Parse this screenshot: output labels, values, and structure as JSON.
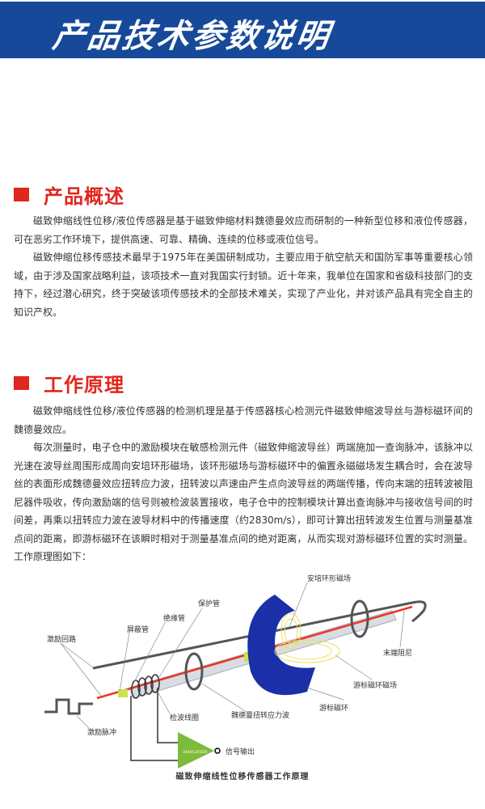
{
  "banner": {
    "title": "产品技术参数说明"
  },
  "overview": {
    "heading": "产品概述",
    "paragraphs": [
      "磁致伸缩线性位移/液位传感器是基于磁致伸缩材料魏德曼效应而研制的一种新型位移和液位传感器，可在恶劣工作环境下，提供高速、可靠、精确、连续的位移或液位信号。",
      "磁致伸缩位移传感技术最早于1975年在美国研制成功，主要应用于航空航天和国防军事等重要核心领域，由于涉及国家战略利益，该项技术一直对我国实行封锁。近十年来，我单位在国家和省级科技部门的支持下，经过潜心研究，终于突破该项传感技术的全部技术难关，实现了产业化，并对该产品具有完全自主的知识产权。"
    ]
  },
  "principle": {
    "heading": "工作原理",
    "paragraphs": [
      "磁致伸缩线性位移/液位传感器的检测机理是基于传感器核心检测元件磁致伸缩波导丝与游标磁环间的魏德曼效应。",
      "每次测量时，电子仓中的激励模块在敏感检测元件（磁致伸缩波导丝）两端施加一查询脉冲，该脉冲以光速在波导丝周围形成周向安培环形磁场，该环形磁场与游标磁环中的偏置永磁磁场发生耦合时，会在波导丝的表面形成魏德曼效应扭转应力波，扭转波以声速由产生点向波导丝的两端传播，传向末端的扭转波被阻尼器件吸收，传向激励端的信号则被检波装置接收，电子仓中的控制模块计算出查询脉冲与接收信号间的时间差，再乘以扭转应力波在波导材料中的传播速度（约2830m/s），即可计算出扭转波发生位置与测量基准点间的距离，即游标磁环在该瞬时相对于测量基准点间的绝对距离，从而实现对游标磁环位置的实时测量。工作原理图如下："
    ]
  },
  "diagram": {
    "labels": {
      "ampere_field": "安培环形磁场",
      "protect_tube": "保护管",
      "insulate_tube": "绝缘管",
      "shield_tube": "屏蔽管",
      "excite_loop": "激励回路",
      "end_damper": "末端阻尼",
      "magnet_field": "游标磁环磁场",
      "magnet_ring": "游标磁环",
      "wiedemann_wave": "魏德曼扭转应力波",
      "pickup_coil": "检波线圈",
      "excite_pulse": "激励脉冲",
      "signal_out": "信号输出",
      "amplifier": "AMPLIFIER"
    },
    "caption": "磁致伸缩线性位移传感器工作原理"
  },
  "colors": {
    "banner": "#17499a",
    "accent": "#e0261e",
    "ring": "#1a2fa8",
    "amplifier": "#7dbb3a"
  }
}
